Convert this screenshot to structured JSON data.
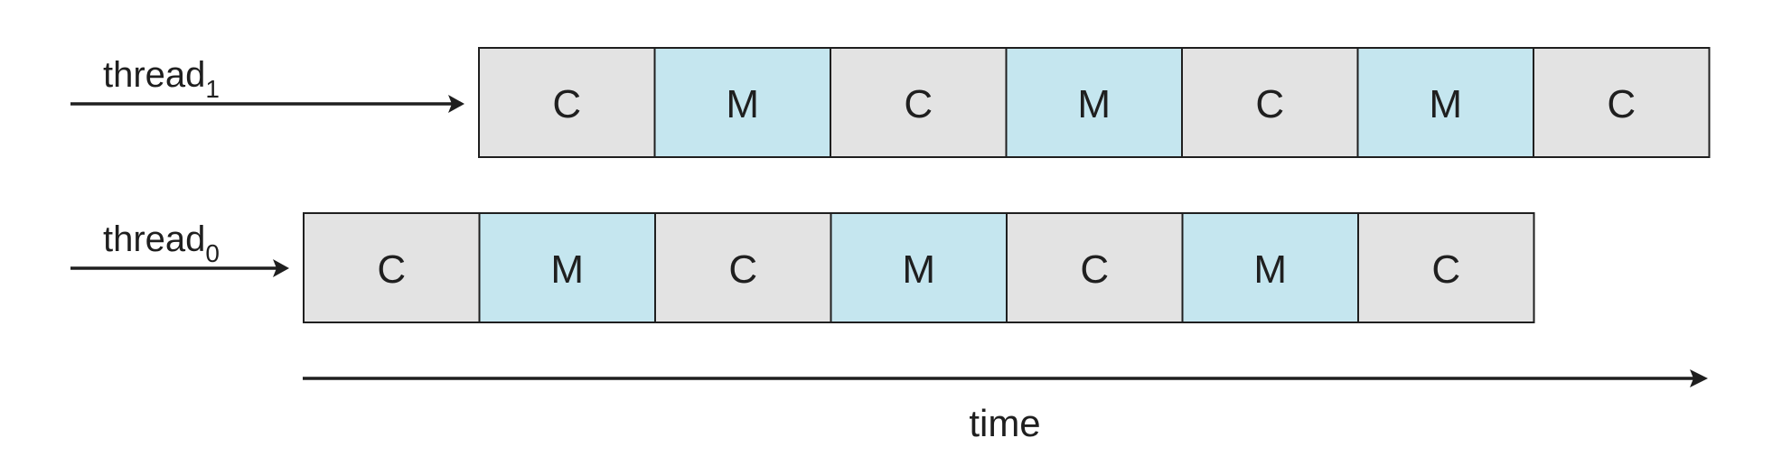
{
  "colors": {
    "compute_fill": "#e3e3e3",
    "memory_fill": "#c5e6ef",
    "stroke": "#1f1f1f",
    "text": "#1f1f1f"
  },
  "threads": [
    {
      "name": "thread",
      "subscript": "1",
      "cells": [
        "C",
        "M",
        "C",
        "M",
        "C",
        "M",
        "C"
      ]
    },
    {
      "name": "thread",
      "subscript": "0",
      "cells": [
        "C",
        "M",
        "C",
        "M",
        "C",
        "M",
        "C"
      ]
    }
  ],
  "axis": {
    "label": "time"
  }
}
